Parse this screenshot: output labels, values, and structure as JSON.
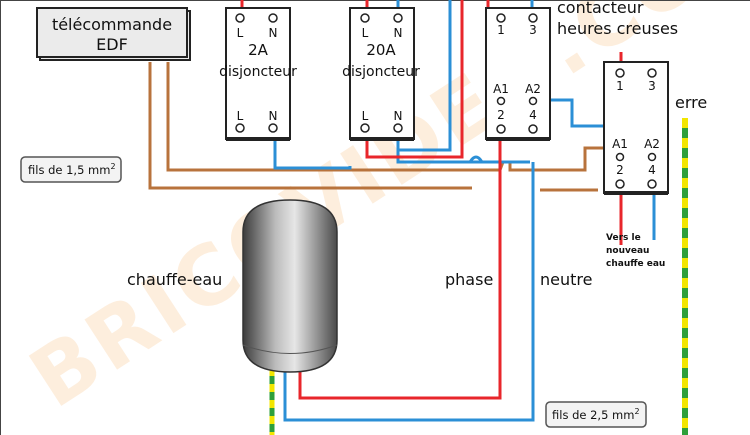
{
  "remote": {
    "line1": "télécommande",
    "line2": "EDF"
  },
  "breaker_2a": {
    "rating": "2A",
    "label": "disjoncteur",
    "top_l": "L",
    "top_n": "N",
    "bot_l": "L",
    "bot_n": "N"
  },
  "breaker_20a": {
    "rating": "20A",
    "label": "disjoncteur",
    "top_l": "L",
    "top_n": "N",
    "bot_l": "L",
    "bot_n": "N"
  },
  "contactor_main": {
    "t1": "1",
    "t3": "3",
    "a1": "A1",
    "a2": "A2",
    "t2": "2",
    "t4": "4"
  },
  "contactor_new": {
    "t1": "1",
    "t3": "3",
    "a1": "A1",
    "a2": "A2",
    "t2": "2",
    "t4": "4"
  },
  "contactor_title": {
    "line1": "contacteur",
    "line2": "heures creuses"
  },
  "earth_label": "erre",
  "wire_note_15": {
    "text": "fils de 1,5 mm",
    "sup": "2"
  },
  "wire_note_25": {
    "text": "fils de 2,5 mm",
    "sup": "2"
  },
  "water_heater_label": "chauffe-eau",
  "phase_label": "phase",
  "neutral_label": "neutre",
  "new_heater_note": {
    "line1": "Vers le",
    "line2": "nouveau",
    "line3": "chauffe eau"
  },
  "watermark": "BRICOVIDEO.COM",
  "colors": {
    "phase": "#e8262b",
    "neutral": "#2b8fd6",
    "control": "#b8733c",
    "earth_green": "#2e9f3a",
    "earth_yellow": "#f2e600"
  }
}
